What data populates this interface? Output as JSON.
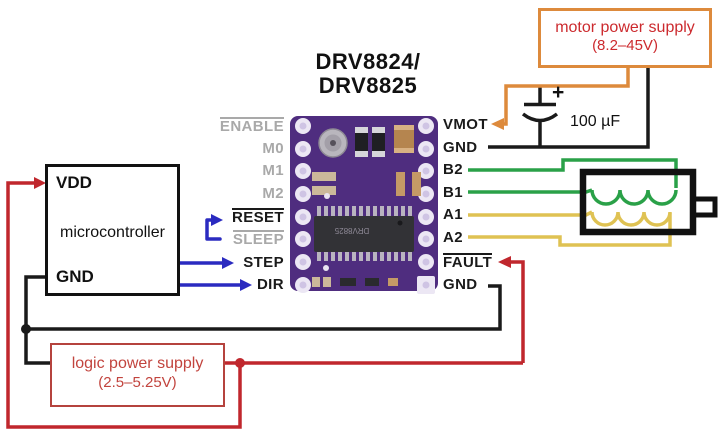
{
  "title": {
    "line1": "DRV8824/",
    "line2": "DRV8825"
  },
  "microcontroller": {
    "pin_top": "VDD",
    "name": "microcontroller",
    "pin_bottom": "GND"
  },
  "motor_supply": {
    "line1": "motor power supply",
    "line2": "(8.2–45V)"
  },
  "logic_supply": {
    "line1": "logic power supply",
    "line2": "(2.5–5.25V)"
  },
  "capacitor": {
    "value": "100 µF",
    "polarity": "+"
  },
  "driver": {
    "pins_left": [
      {
        "label": "ENABLE"
      },
      {
        "label": "M0"
      },
      {
        "label": "M1"
      },
      {
        "label": "M2"
      },
      {
        "label": "RESET"
      },
      {
        "label": "SLEEP"
      },
      {
        "label": "STEP"
      },
      {
        "label": "DIR"
      }
    ],
    "pins_right": [
      {
        "label": "VMOT"
      },
      {
        "label": "GND"
      },
      {
        "label": "B2"
      },
      {
        "label": "B1"
      },
      {
        "label": "A1"
      },
      {
        "label": "A2"
      },
      {
        "label": "FAULT"
      },
      {
        "label": "GND"
      }
    ],
    "chip_marking": "DRV8825"
  },
  "colors": {
    "logic_power_wire": "#c0272d",
    "motor_power_wire": "#dd8a3c",
    "control_wire": "#2b2bc0",
    "coil_b_wire": "#2aa148",
    "coil_a_wire": "#dfc253",
    "ground_wire": "#1a1a1a"
  }
}
